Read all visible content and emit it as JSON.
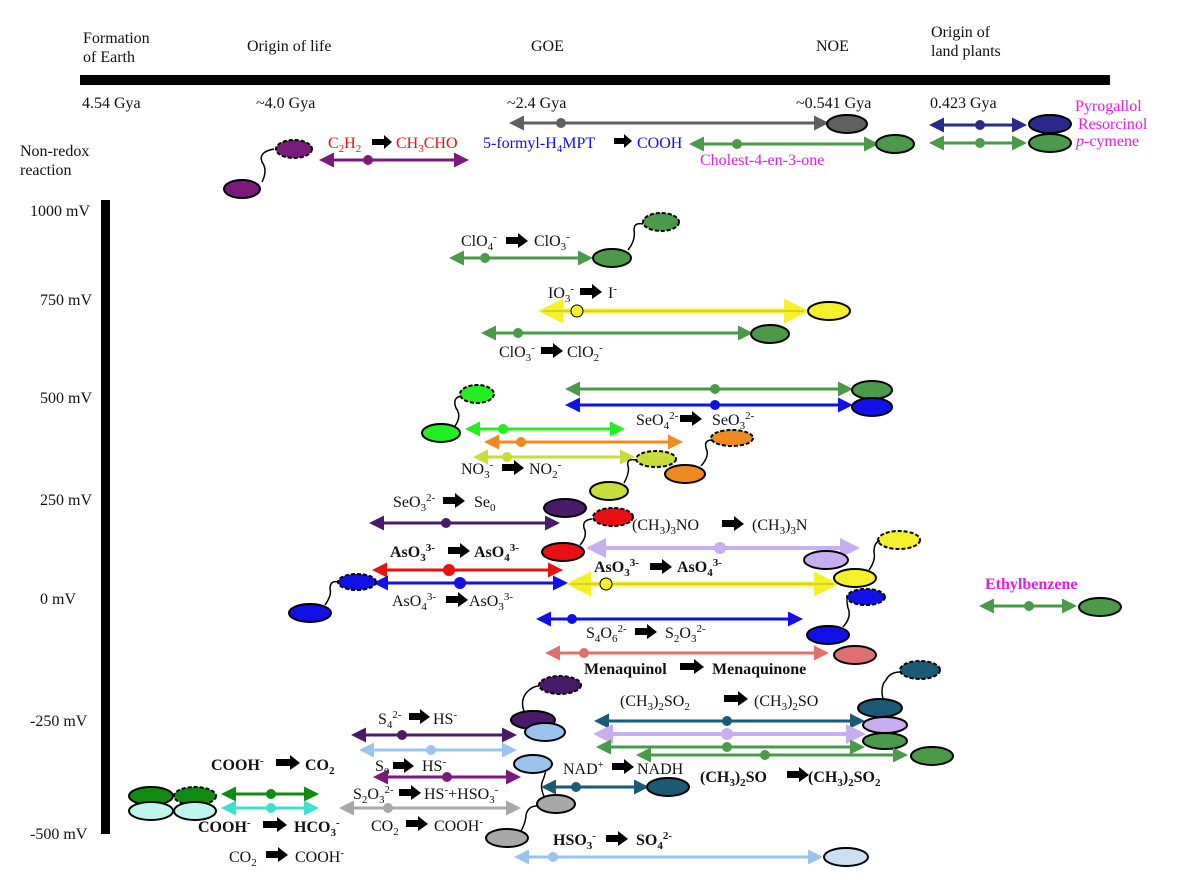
{
  "timeline": {
    "events": [
      {
        "label_lines": [
          "Formation",
          "of Earth"
        ],
        "date": "4.54 Gya"
      },
      {
        "label_lines": [
          "Origin of life"
        ],
        "date": "~4.0 Gya"
      },
      {
        "label_lines": [
          "GOE"
        ],
        "date": "~2.4 Gya"
      },
      {
        "label_lines": [
          "NOE"
        ],
        "date": "~0.541 Gya"
      },
      {
        "label_lines": [
          "Origin of",
          "land plants"
        ],
        "date": "0.423 Gya"
      }
    ]
  },
  "left_labels": {
    "non_redox_lines": [
      "Non-redox",
      "reaction"
    ]
  },
  "potential_axis": {
    "ticks": [
      "1000 mV",
      "750 mV",
      "500 mV",
      "250 mV",
      "0 mV",
      "-250 mV",
      "-500 mV"
    ]
  },
  "colors": {
    "purple": "#7a1a7a",
    "grey": "#606060",
    "dark_green": "#4a9a4a",
    "navy": "#2a2a8c",
    "yellow": "#f5f02a",
    "bright_green": "#22ee22",
    "orange": "#f08a20",
    "lime": "#c8dc3a",
    "dark_purple": "#4a1a6a",
    "red": "#e81010",
    "lavender": "#c8aef0",
    "blue": "#1010e8",
    "salmon": "#e07070",
    "teal": "#1a5a74",
    "light_blue": "#9ac4ee",
    "forest": "#108a10",
    "cyan": "#40e0d0",
    "silver": "#a8a8a8",
    "magenta": "#e020e0"
  },
  "reactions": {
    "c2h2": {
      "parts": [
        "C",
        "2",
        "H",
        "2",
        "CH",
        "3",
        "CHO"
      ]
    },
    "formyl": {
      "left": "5-formyl-H",
      "left_sub": "4",
      "left_tail": "MPT",
      "right": "COOH"
    },
    "cholest": "Cholest-4-en-3-one",
    "aromatics": [
      "Pyrogallol",
      "Resorcinol",
      "-cymene"
    ],
    "aromatics_prefix": "p",
    "clo4": {
      "a": "ClO",
      "a_sub": "4",
      "a_sup": "-",
      "b": "ClO",
      "b_sub": "3",
      "b_sup": "-"
    },
    "io3": {
      "a": "IO",
      "a_sub": "3",
      "a_sup": "-",
      "b": "I",
      "b_sup": "-"
    },
    "clo3": {
      "a": "ClO",
      "a_sub": "3",
      "a_sup": "-",
      "b": "ClO",
      "b_sub": "2",
      "b_sup": "-"
    },
    "seo4": {
      "a": "SeO",
      "a_sub": "4",
      "a_sup": "2-",
      "b": "SeO",
      "b_sub": "3",
      "b_sup": "2-"
    },
    "no3": {
      "a": "NO",
      "a_sub": "3",
      "a_sup": "-",
      "b": "NO",
      "b_sub": "2",
      "b_sup": "-"
    },
    "seo3": {
      "a": "SeO",
      "a_sub": "3",
      "a_sup": "2-",
      "b": "Se",
      "b_sub": "0"
    },
    "tmao": {
      "a": "(CH",
      "a_sub": "3",
      "a_tail": ")",
      "a_sub2": "3",
      "a_tail2": "NO",
      "b": "(CH",
      "b_sub": "3",
      "b_tail": ")",
      "b_sub2": "3",
      "b_tail2": "N"
    },
    "aso3_red": {
      "a": "AsO",
      "a_sub": "3",
      "a_sup": "3-",
      "b": "AsO",
      "b_sub": "4",
      "b_sup": "3-"
    },
    "aso3_yel": {
      "a": "AsO",
      "a_sub": "3",
      "a_sup": "3-",
      "b": "AsO",
      "b_sub": "4",
      "b_sup": "3-"
    },
    "aso4": {
      "a": "AsO",
      "a_sub": "4",
      "a_sup": "3-",
      "b": "AsO",
      "b_sub": "3",
      "b_sup": "3-"
    },
    "ethylbenzene": "Ethylbenzene",
    "s4o6": {
      "a": "S",
      "a_sub": "4",
      "a_tail": "O",
      "a_sub2": "6",
      "a_sup": "2-",
      "b": "S",
      "b_sub": "2",
      "b_tail": "O",
      "b_sub2": "3",
      "b_sup": "2-"
    },
    "menaquinol": {
      "a": "Menaquinol",
      "b": "Menaquinone"
    },
    "dmso2": {
      "a": "(CH",
      "a_sub": "3",
      "a_tail": ")",
      "a_sub2": "2",
      "a_tail2": "SO",
      "a_sub3": "2",
      "b": "(CH",
      "b_sub": "3",
      "b_tail": ")",
      "b_sub2": "2",
      "b_tail2": "SO"
    },
    "s4": {
      "a": "S",
      "a_sub": "4",
      "a_sup": "2-",
      "b": "HS",
      "b_sup": "-"
    },
    "cooh_co2": {
      "a": "COOH",
      "a_sup": "-",
      "b": "CO",
      "b_sub": "2"
    },
    "s0": {
      "a": "S",
      "a_sub": "0",
      "b": "HS",
      "b_sup": "-"
    },
    "nad": {
      "a": "NAD",
      "a_sup": "+",
      "b": "NADH"
    },
    "dmso": {
      "a": "(CH",
      "a_sub": "3",
      "a_tail": ")",
      "a_sub2": "2",
      "a_tail2": "SO",
      "b": "(CH",
      "b_sub": "3",
      "b_tail": ")",
      "b_sub2": "2",
      "b_tail2": "SO",
      "b_sub3": "2"
    },
    "s2o3": {
      "a": "S",
      "a_sub": "2",
      "a_tail": "O",
      "a_sub2": "3",
      "a_sup": "2-",
      "b": "HS",
      "b_sup": "-",
      "b_tail": "+HSO",
      "b_sub2": "3",
      "b_sup2": "-"
    },
    "co2_cooh_mid": {
      "a": "CO",
      "a_sub": "2",
      "b": "COOH",
      "b_sup": "-"
    },
    "cooh_hco3": {
      "a": "COOH",
      "a_sup": "-",
      "b": "HCO",
      "b_sub": "3",
      "b_sup": "-"
    },
    "co2_cooh_low": {
      "a": "CO",
      "a_sub": "2",
      "b": "COOH",
      "b_sup": "-"
    },
    "hso3": {
      "a": "HSO",
      "a_sub": "3",
      "a_sup": "-",
      "b": "SO",
      "b_sub": "4",
      "b_sup": "2-"
    }
  }
}
